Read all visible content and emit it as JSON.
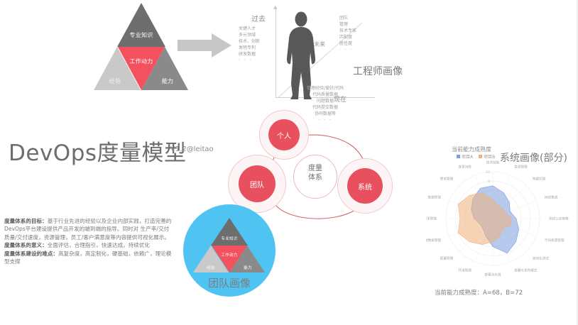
{
  "title": {
    "main": "DevOps度量模型",
    "version": "V1.2@leitao"
  },
  "pyramid_top": {
    "apex": "专业知识",
    "middle": "工作动力",
    "left": "经验",
    "right": "能力"
  },
  "engineer_panel": {
    "caption": "工程师画像",
    "past_axis": "过去",
    "future_axis": "未来",
    "now_axis": "现在",
    "past_items": "关键人才\n多元领域\n技术、创新\n发明专利\n研发数据",
    "past_dots": "· · ·",
    "future_items": "团队\n管理\n技术专家\n匹配度\n胜任度",
    "future_dots": "· · ·",
    "bottom_items": "管理经验/爱好/代码\n代码质量数据\n问题数据\n代码提交数据\n协同数据等",
    "bottom_dots": "· · ·"
  },
  "circles": {
    "person": "个人",
    "team": "团队",
    "system": "系统",
    "center": "度量\n体系"
  },
  "team_portrait": {
    "caption": "团队画像",
    "apex": "专业知识",
    "middle": "工作动力",
    "left": "经验",
    "right": "能力"
  },
  "body": {
    "goal_label": "度量体系的目标：",
    "goal_text": "基于行业先进的经验以及企业内部实践，打造完善的DevOps平台建设提供产品开发的端到端的指导。同时对 生产率/交付质量/交付速度，资源管理，员工/客户满意度等内容提供可视化展示。",
    "meaning_label": "度量体系的意义：",
    "meaning_text": "全面评估，合理指引，快速达成，持续优化",
    "difficulty_label": "度量体系建设的难点：",
    "difficulty_text": "高复杂度，高定制化，硬基础，依赖广，理论模型支撑"
  },
  "system_portrait": {
    "caption": "系统画像(部分)",
    "bottom_caption": "当前能力成熟度：A=68，B=72"
  },
  "colors": {
    "accent_red": "#e8505f",
    "pyramid_dark": "#6e6e6e",
    "pyramid_light": "#c9c9c9",
    "pyramid_mid": "#8a8a8a",
    "team_blue": "#4fc3f2",
    "series_a": "#7b9fe0",
    "series_b": "#f0b07a"
  },
  "chart_data": {
    "type": "radar",
    "title": "当前能力成熟度",
    "legend": [
      "项目A",
      "项目B"
    ],
    "legend_position": "top",
    "rlim": [
      0,
      10
    ],
    "ticks": [
      0,
      2,
      4,
      6,
      8,
      10
    ],
    "categories": [
      "技术控制",
      "变更管理",
      "构建实践",
      "持续集成",
      "测试公证策略",
      "代码质量管理",
      "自动化测试",
      "部署与发布模式",
      "部署流水线",
      "环境管理",
      "配置管理",
      "测试数据管理",
      "数据变更管理",
      "数据管理",
      "需求管理",
      "变更流程"
    ],
    "series": [
      {
        "name": "项目A",
        "color": "#7b9fe0",
        "values": [
          7,
          6,
          5,
          4,
          5,
          6,
          7,
          8,
          6,
          4,
          3,
          3,
          4,
          5,
          6,
          7
        ]
      },
      {
        "name": "项目B",
        "color": "#f0b07a",
        "values": [
          4,
          3,
          3,
          3,
          4,
          4,
          3,
          4,
          5,
          6,
          7,
          8,
          7,
          8,
          7,
          6
        ]
      }
    ],
    "summary": "当前能力成熟度：A=68，B=72"
  }
}
